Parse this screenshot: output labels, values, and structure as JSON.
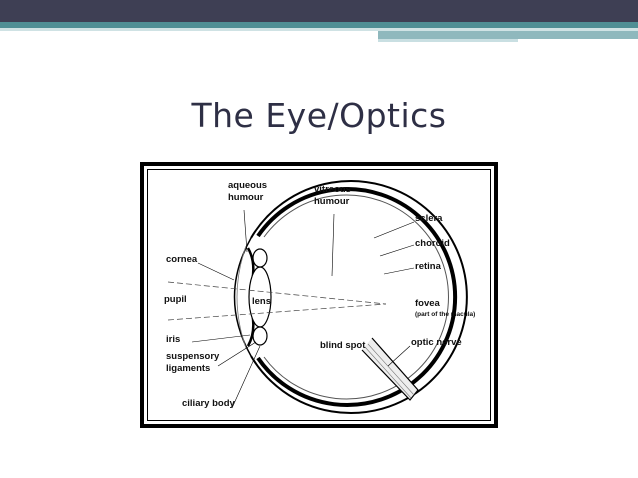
{
  "slide": {
    "title": "The Eye/Optics"
  },
  "diagram": {
    "labels": {
      "aqueous_humour": "aqueous\nhumour",
      "vitreous_humour": "vitreous\nhumour",
      "sclera": "sclera",
      "choroid": "choroid",
      "retina": "retina",
      "cornea": "cornea",
      "pupil": "pupil",
      "lens": "lens",
      "fovea": "fovea",
      "fovea_note": "(part of the macula)",
      "iris": "iris",
      "blind_spot": "blind spot",
      "optic_nerve": "optic nerve",
      "suspensory_ligaments": "suspensory\nligaments",
      "ciliary_body": "ciliary body"
    }
  },
  "colors": {
    "top_bar": "#3e3f54",
    "accent_teal": "#4f8f95",
    "title_text": "#2e2f45"
  }
}
